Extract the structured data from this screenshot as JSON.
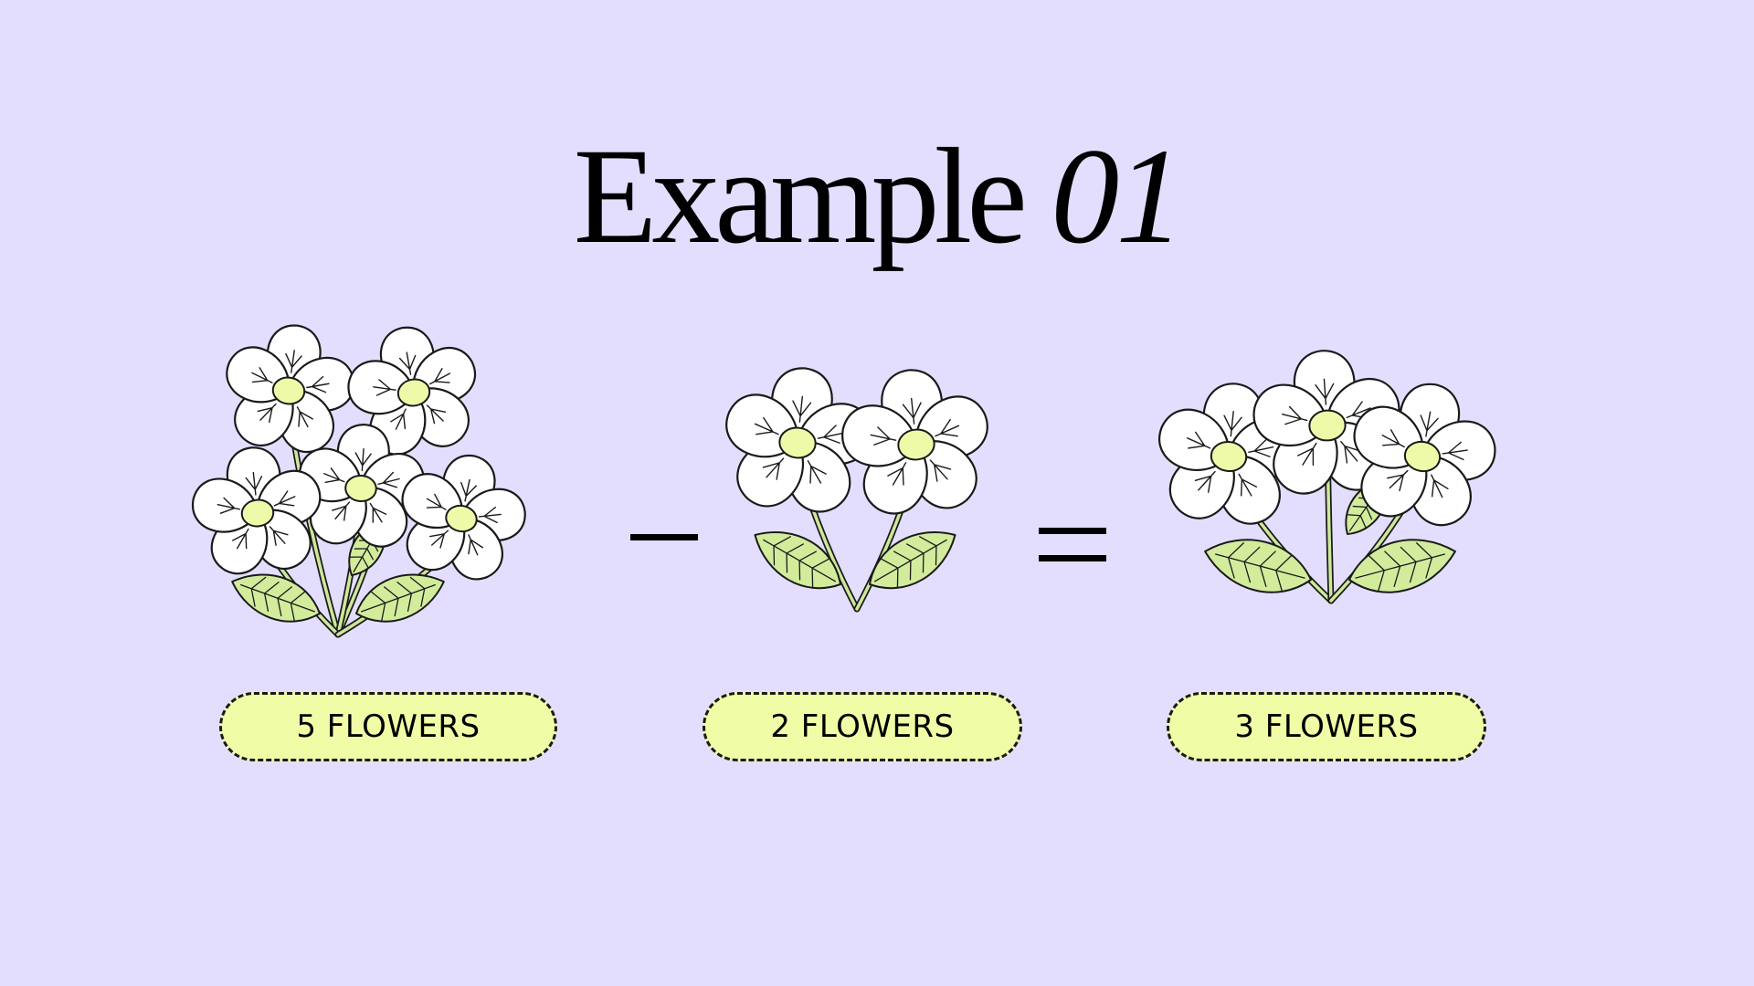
{
  "title": {
    "word": "Example",
    "number": "01"
  },
  "equation": {
    "minus_sign": "minus-sign",
    "equals_sign": "equals-sign",
    "terms": [
      {
        "label": "5 FLOWERS",
        "flower_count": 5
      },
      {
        "label": "2 FLOWERS",
        "flower_count": 2
      },
      {
        "label": "3 FLOWERS",
        "flower_count": 3
      }
    ]
  },
  "colors": {
    "background": "#e3defe",
    "pill_fill": "#f1fca6",
    "petal": "#ffffff",
    "flower_center": "#eefaa8",
    "leaf": "#d2ec9c",
    "stem": "#cde89a",
    "outline": "#1a1a1a"
  },
  "icons": {
    "bouquets": [
      "flower-bouquet-icon",
      "flower-bouquet-icon",
      "flower-bouquet-icon"
    ]
  }
}
